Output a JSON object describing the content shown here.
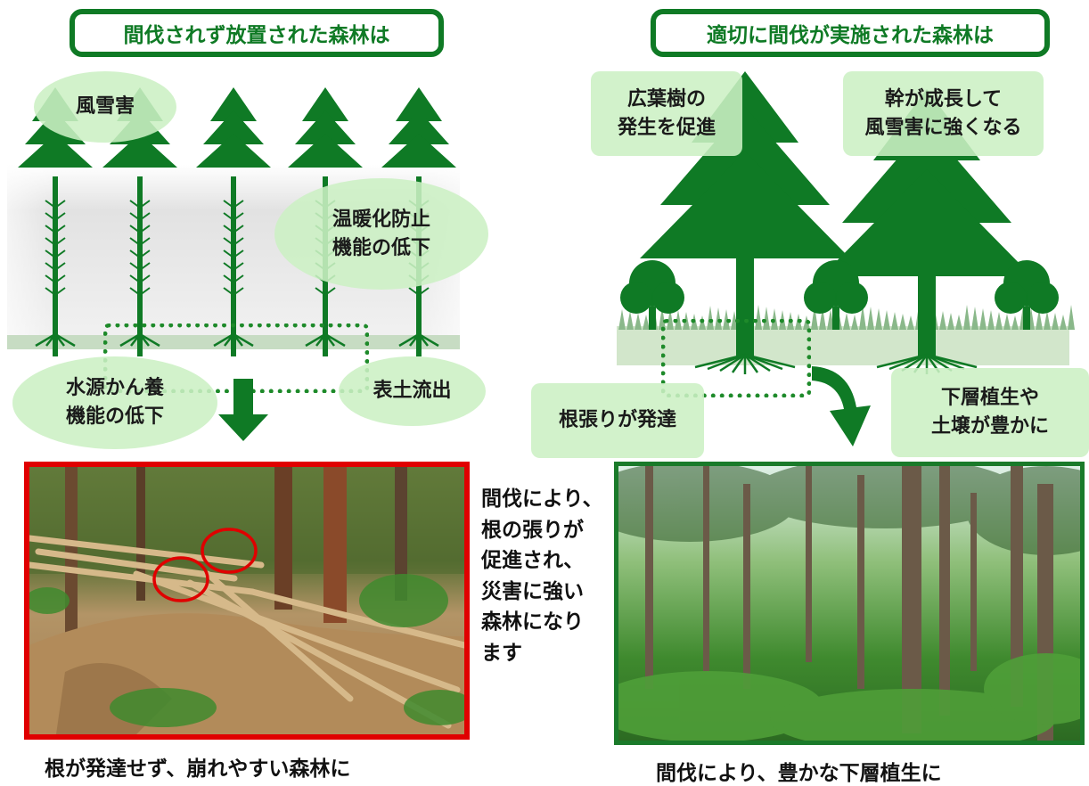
{
  "left": {
    "title": "間伐されず放置された森林は",
    "bubbles": {
      "wind_snow": "風雪害",
      "warming": "温暖化防止\n機能の低下",
      "water": "水源かん養\n機能の低下",
      "topsoil": "表土流出"
    },
    "caption": "根が発達せず、崩れやすい森林に"
  },
  "right": {
    "title": "適切に間伐が実施された森林は",
    "bubbles": {
      "broadleaf": "広葉樹の\n発生を促進",
      "trunk": "幹が成長して\n風雪害に強くなる",
      "undergrowth": "下層植生や\n土壌が豊かに",
      "roots": "根張りが発達"
    },
    "caption": "間伐により、豊かな下層植生に"
  },
  "middle_text": "間伐により、\n根の張りが\n促進され、\n災害に強い\n森林になり\nます",
  "colors": {
    "tree_green": "#0f7a25",
    "frame_red": "#e00000",
    "frame_green": "#1a7a2a",
    "bubble": "#ccf0c4"
  }
}
